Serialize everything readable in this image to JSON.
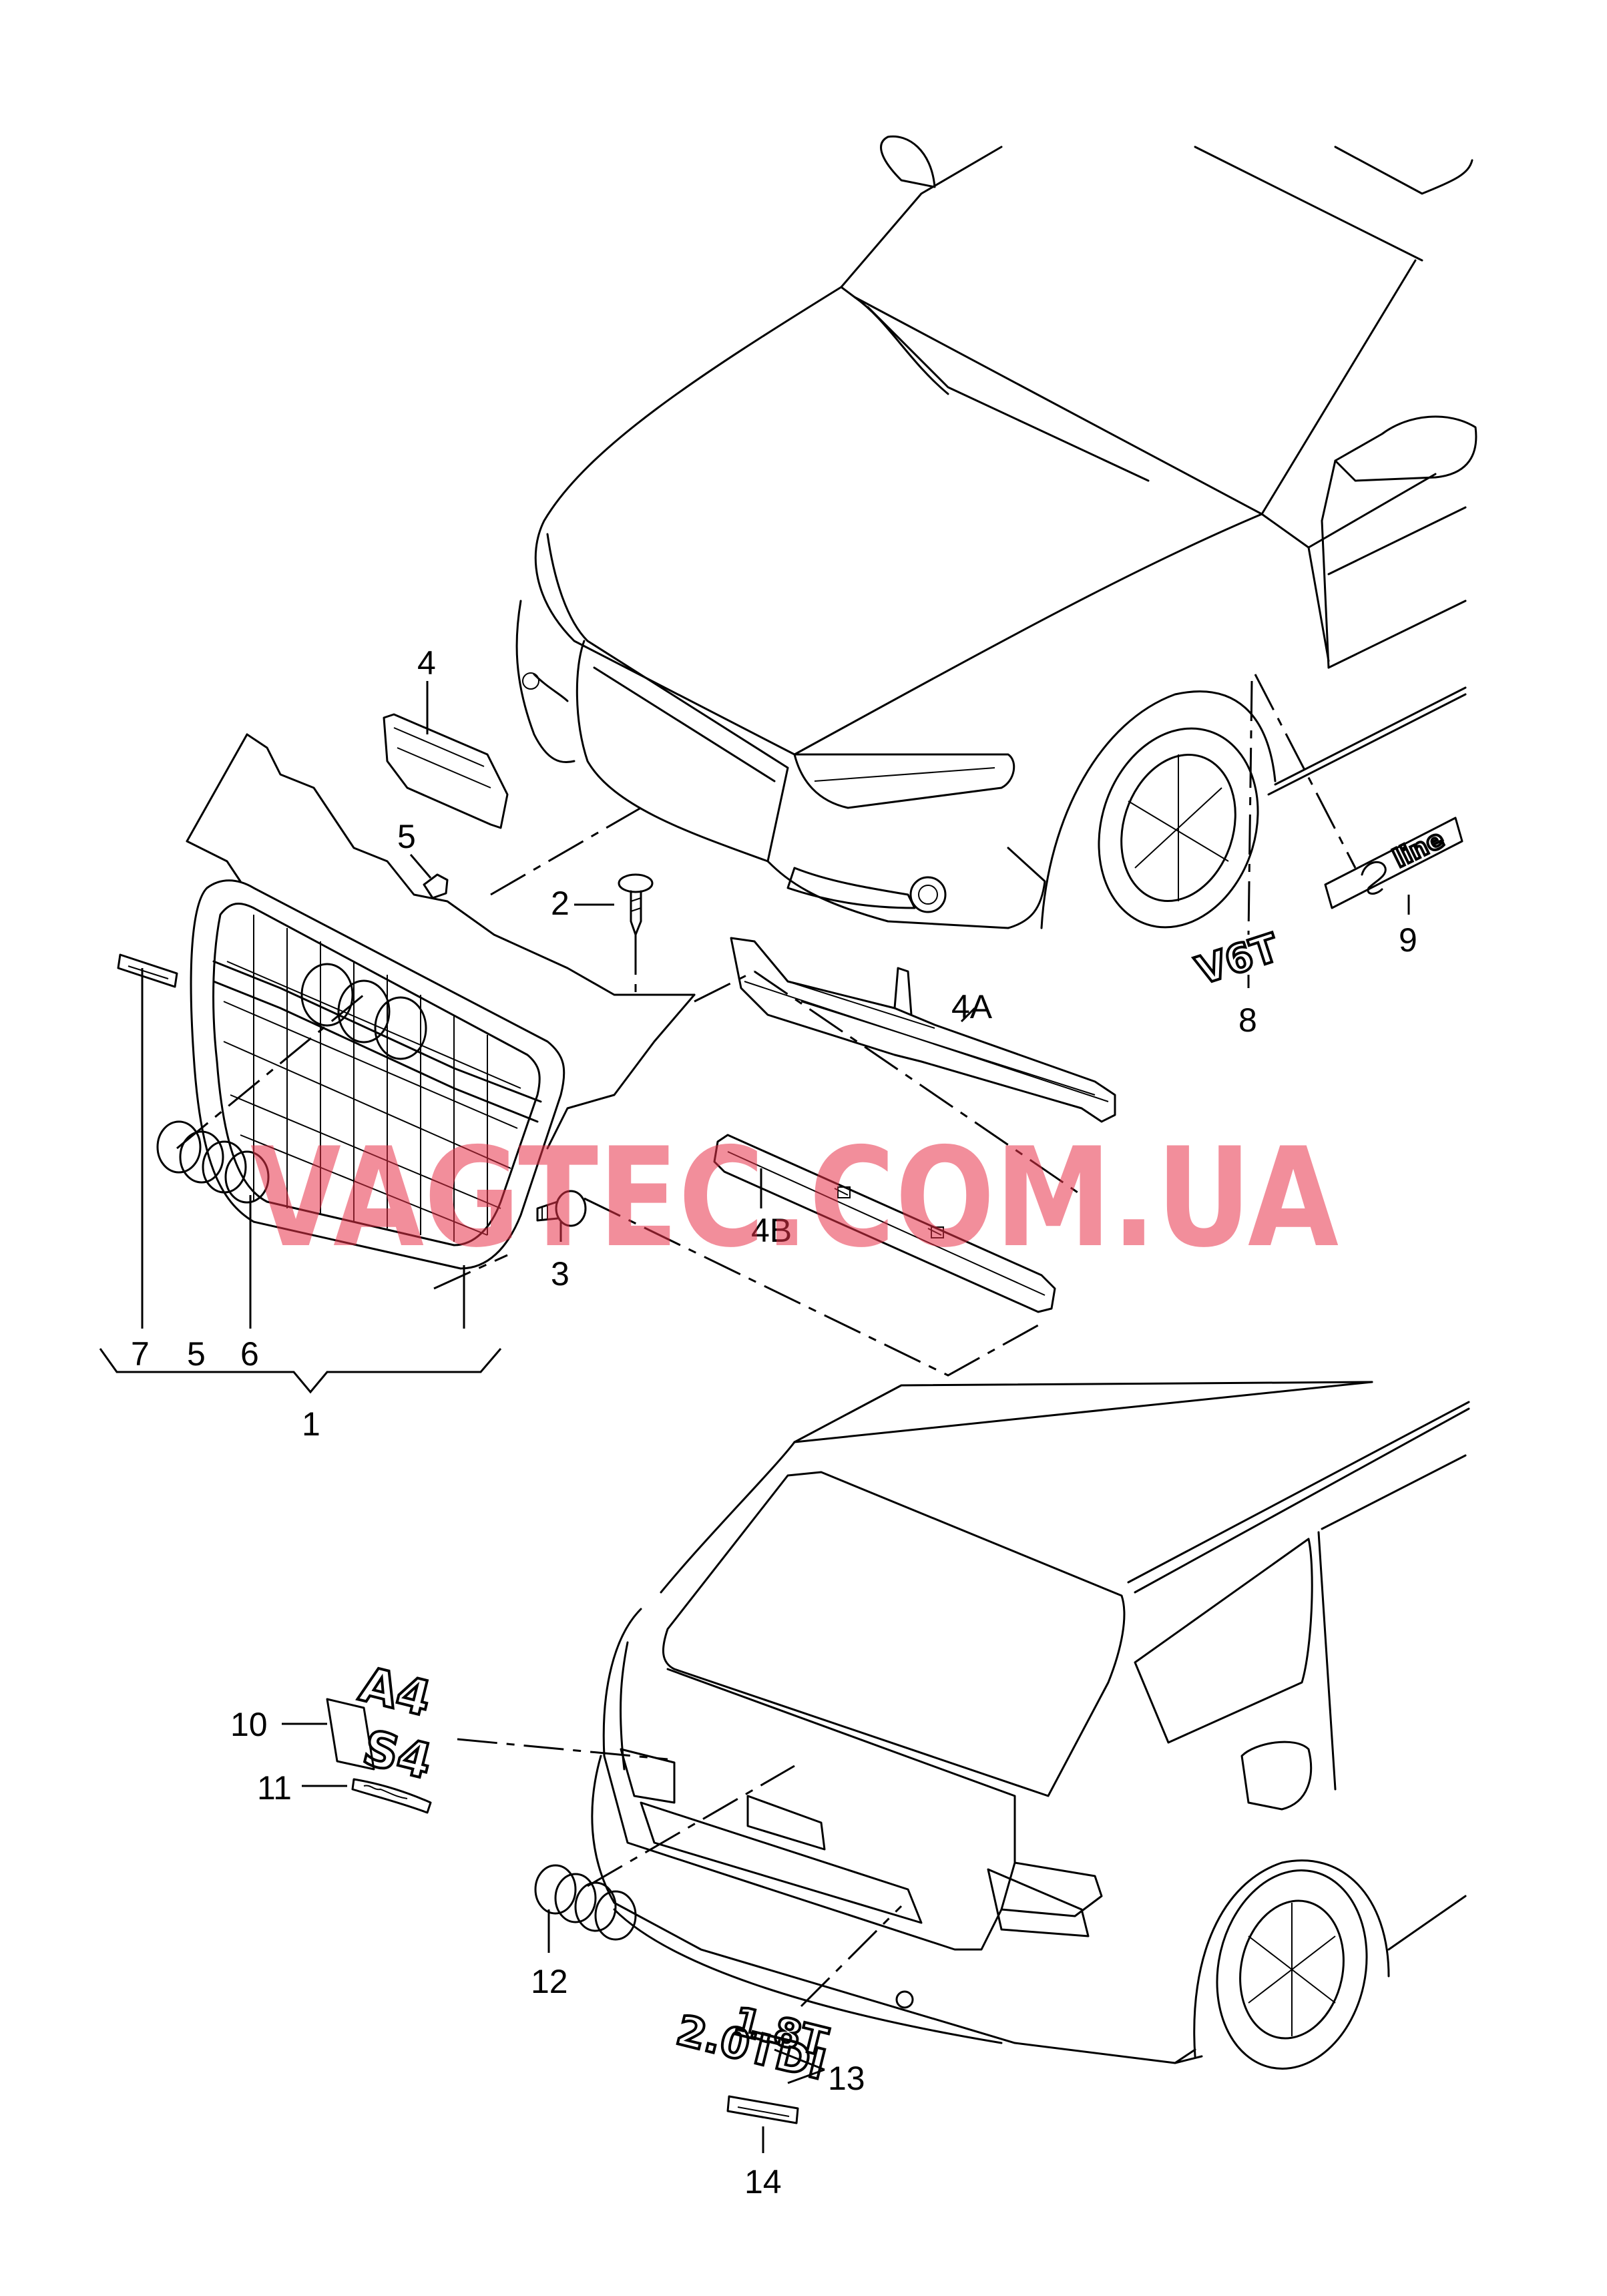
{
  "watermark": "VAGTEC.COM.UA",
  "colors": {
    "watermark": "#e8334a",
    "line": "#000000",
    "background": "#ffffff"
  },
  "callouts": {
    "c1": "1",
    "c2": "2",
    "c3": "3",
    "c4": "4",
    "c4a": "4A",
    "c4b": "4B",
    "c5a": "5",
    "c5b": "5",
    "c6": "6",
    "c7": "7",
    "c8": "8",
    "c9": "9",
    "c10": "10",
    "c11": "11",
    "c12": "12",
    "c13": "13",
    "c14": "14"
  },
  "emblems": {
    "v6t": "V6T",
    "sline": "line",
    "a4": "A4",
    "s4": "S4",
    "engine_18t": "1.8T",
    "engine_20tdi": "2.0TDI"
  }
}
